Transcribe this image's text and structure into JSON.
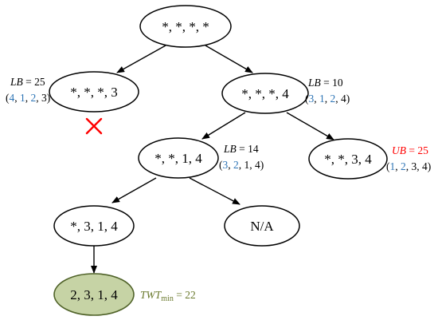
{
  "colors": {
    "black": "#000000",
    "blue": "#2e75b6",
    "red": "#ff0000",
    "olive": "#6b7a2e",
    "solution_fill": "#c6d3a5",
    "solution_stroke": "#4f6228"
  },
  "nodes": {
    "root": {
      "label": "*, *, *, *"
    },
    "n_xxx3": {
      "label": "*, *, *, 3",
      "pruned_icon": "cross-icon"
    },
    "n_xxx4": {
      "label": "*, *, *, 4"
    },
    "n_xx14": {
      "label": "*, *, 1, 4"
    },
    "n_xx34": {
      "label": "*, *, 3, 4"
    },
    "n_x314": {
      "label": "*, 3, 1, 4"
    },
    "n_na": {
      "label": "N/A"
    },
    "n_2314": {
      "label": "2, 3, 1, 4"
    }
  },
  "bounds": {
    "lb_25": {
      "symbol": "LB",
      "eq": " = ",
      "value": "25",
      "seq": {
        "open": "(",
        "a": "4",
        "c1": ", ",
        "b": "1",
        "c2": ", ",
        "c": "2",
        "c3": ", ",
        "d": "3",
        "close": ")"
      }
    },
    "lb_10": {
      "symbol": "LB",
      "eq": " = ",
      "value": "10",
      "seq": {
        "open": "(",
        "a": "3",
        "c1": ", ",
        "b": "1",
        "c2": ", ",
        "c": "2",
        "c3": ", ",
        "d": "4",
        "close": ")"
      }
    },
    "lb_14": {
      "symbol": "LB",
      "eq": " = ",
      "value": "14",
      "seq": {
        "open": "(",
        "a": "3",
        "c1": ", ",
        "b": "2",
        "c2": ", ",
        "c": "1",
        "c3": ", ",
        "d": "4",
        "close": ")"
      }
    },
    "ub_25": {
      "symbol": "UB",
      "eq": " = ",
      "value": "25",
      "seq": {
        "open": "(",
        "a": "1",
        "c1": ", ",
        "b": "2",
        "c2": ", ",
        "c": "3",
        "c3": ", ",
        "d": "4",
        "close": ")"
      }
    }
  },
  "result": {
    "symbol": "TWT",
    "subscript": "min",
    "eq": " = ",
    "value": "22"
  }
}
